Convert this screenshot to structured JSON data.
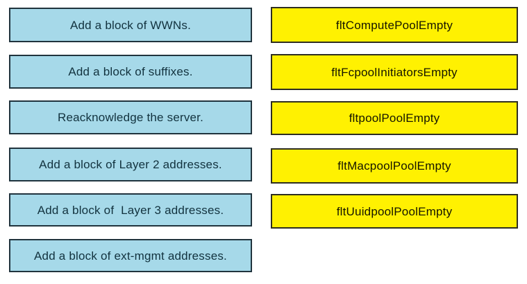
{
  "colors": {
    "page_bg": "#ffffff",
    "action_box_bg": "#a6d9e9",
    "action_box_border": "#20333d",
    "action_text": "#12323e",
    "fault_box_bg": "#fff101",
    "fault_box_border": "#2e2e20",
    "fault_text": "#151500"
  },
  "actions": [
    "Add a block of WWNs.",
    "Add a block of suffixes.",
    "Reacknowledge the server.",
    "Add a block of Layer 2 addresses.",
    "Add a block of  Layer 3 addresses.",
    "Add a block of ext-mgmt addresses."
  ],
  "faults": [
    "fltComputePoolEmpty",
    "fltFcpoolInitiatorsEmpty",
    "fltpoolPoolEmpty",
    "fltMacpoolPoolEmpty",
    "fltUuidpoolPoolEmpty"
  ]
}
